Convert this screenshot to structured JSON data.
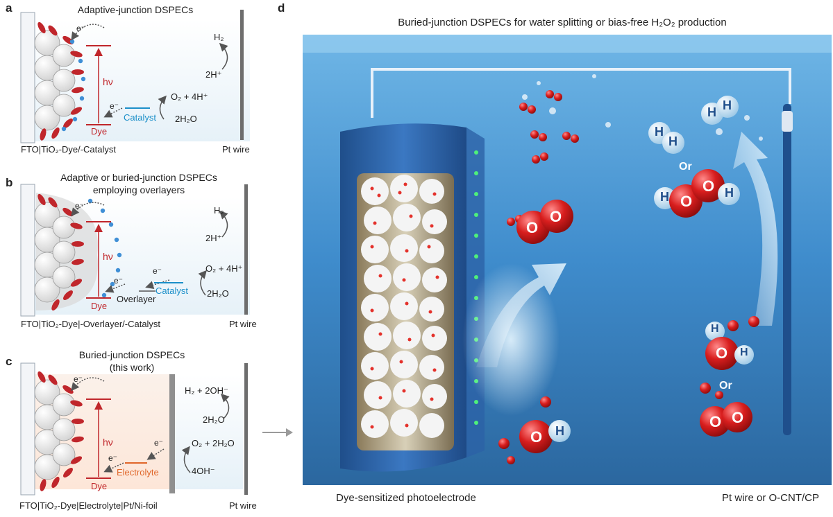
{
  "panel_a": {
    "letter": "a",
    "title": "Adaptive-junction DSPECs",
    "electron": "e⁻",
    "electron2": "e⁻",
    "hv": "hν",
    "dye": "Dye",
    "catalyst": "Catalyst",
    "o2": "O₂ + 4H⁺",
    "h2o": "2H₂O",
    "h2": "H₂",
    "hplus": "2H⁺",
    "left_caption": "FTO|TiO₂-Dye/-Catalyst",
    "right_caption": "Pt wire"
  },
  "panel_b": {
    "letter": "b",
    "title_line1": "Adaptive or buried-junction DSPECs",
    "title_line2": "employing overlayers",
    "electron": "e⁻",
    "electron2": "e⁻",
    "electron3": "e⁻",
    "hv": "hν",
    "dye": "Dye",
    "overlayer": "Overlayer",
    "catalyst": "Catalyst",
    "o2": "O₂ + 4H⁺",
    "h2o": "2H₂O",
    "h2": "H₂",
    "hplus": "2H⁺",
    "left_caption": "FTO|TiO₂-Dye|-Overlayer/-Catalyst",
    "right_caption": "Pt wire"
  },
  "panel_c": {
    "letter": "c",
    "title_line1": "Buried-junction DSPECs",
    "title_line2": "(this work)",
    "electron": "e⁻",
    "electron2": "e⁻",
    "electron3": "e⁻",
    "hv": "hν",
    "dye": "Dye",
    "electrolyte": "Electrolyte",
    "h2": "H₂ + 2OH⁻",
    "h2o_top": "2H₂O",
    "o2": "O₂ + 2H₂O",
    "oh": "4OH⁻",
    "left_caption": "FTO|TiO₂-Dye|Electrolyte|Pt/Ni-foil",
    "right_caption": "Pt wire"
  },
  "panel_d": {
    "letter": "d",
    "title": "Buried-junction DSPECs for water splitting or bias-free H₂O₂ production",
    "or1": "Or",
    "or2": "Or",
    "left_caption": "Dye-sensitized photoelectrode",
    "right_caption": "Pt wire or O-CNT/CP",
    "atom_o": "O",
    "atom_h": "H"
  },
  "colors": {
    "accent_red": "#c0262b",
    "catalyst_blue": "#1b8fc9",
    "electrolyte_orange": "#e0662a",
    "water_top": "#5aa9de",
    "water_bottom": "#2a6fa8"
  }
}
